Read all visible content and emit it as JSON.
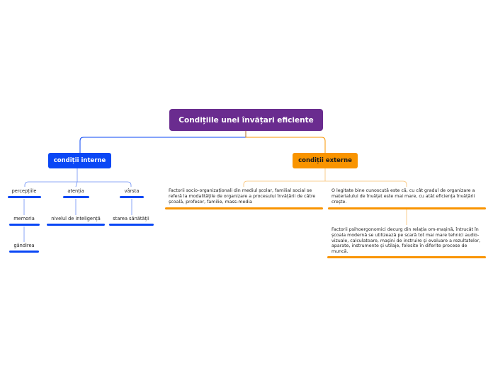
{
  "root": {
    "label": "Condițiile unei învățari eficiente"
  },
  "internal": {
    "label": "condiții interne",
    "items": [
      {
        "label": "percepțiile"
      },
      {
        "label": "atenția"
      },
      {
        "label": "vârsta"
      },
      {
        "label": "memoria"
      },
      {
        "label": "nivelul de inteligență"
      },
      {
        "label": "starea sănătății"
      },
      {
        "label": "gândirea"
      }
    ]
  },
  "external": {
    "label": "condiții externe",
    "items": [
      {
        "label": "Factorii socio-organizaționali din mediul școlar, familial social se referă la modalitățile de organizare a procesului învățării de către școală, profesor, familie, mass-media"
      },
      {
        "label": "O legitate bine cunoscută este că, cu cât gradul de organizare a materialului de învățat este mai mare, cu atât eficiența învățării crește."
      },
      {
        "label": "Factorii psihoergonomici decurg din relația om-mașină, întrucât în școala modernă se utilizează pe scară tot mai mare tehnici audio-vizuale, calculatoare, mașini de instruire și evaluare a rezultatelor, aparate, instrumente și utilaje, folosite în diferite procese de muncă."
      }
    ]
  },
  "colors": {
    "root": "#6a2c8f",
    "internal": "#0a47f5",
    "external": "#f99400"
  }
}
